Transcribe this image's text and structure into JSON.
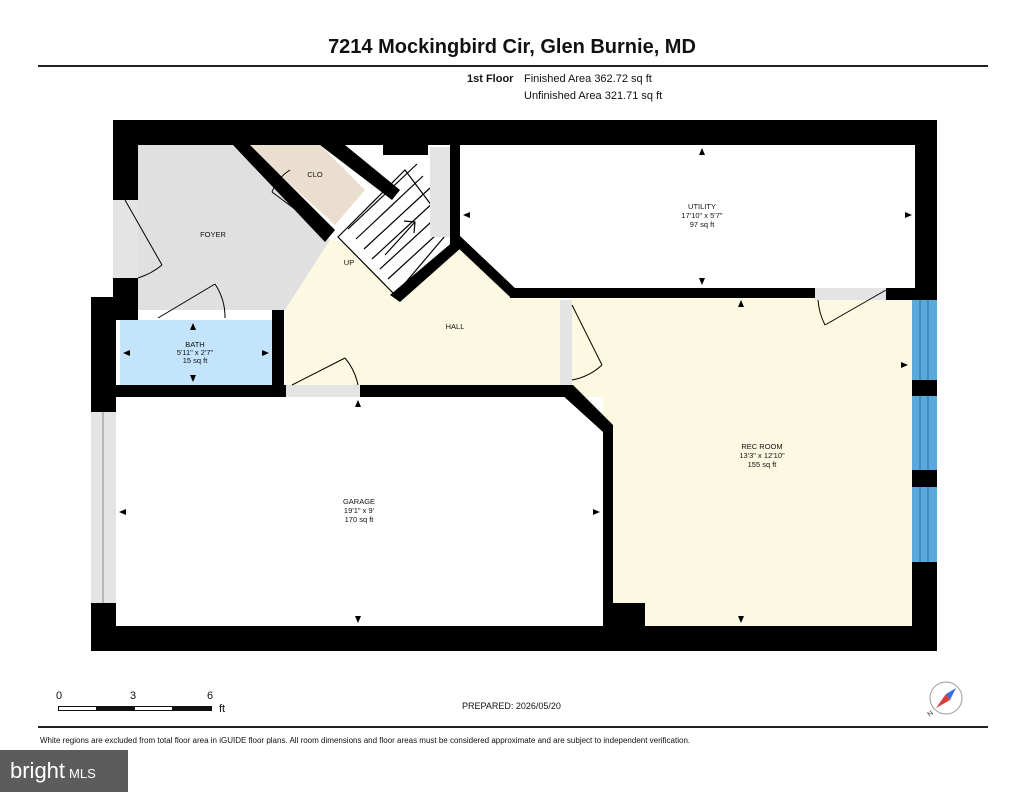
{
  "header": {
    "title": "7214 Mockingbird Cir, Glen Burnie, MD",
    "floor_label": "1st Floor",
    "finished_area": "Finished Area 362.72 sq ft",
    "unfinished_area": "Unfinished Area 321.71 sq ft"
  },
  "rooms": {
    "foyer": {
      "name": "FOYER"
    },
    "closet": {
      "name": "CLO"
    },
    "stairs": {
      "label": "UP"
    },
    "utility": {
      "name": "UTILITY",
      "dims": "17'10\" x 5'7\"",
      "area": "97 sq ft"
    },
    "hall": {
      "name": "HALL"
    },
    "bath": {
      "name": "BATH",
      "dims": "5'11\" x 2'7\"",
      "area": "15 sq ft"
    },
    "garage": {
      "name": "GARAGE",
      "dims": "19'1\" x 9'",
      "area": "170 sq ft"
    },
    "rec_room": {
      "name": "REC ROOM",
      "dims": "13'3\" x 12'10\"",
      "area": "155 sq ft"
    }
  },
  "colors": {
    "wall": "#000000",
    "finished_fill": "#fdf8e1",
    "unfinished_fill": "#ffffff",
    "foyer_fill": "#e0e0e0",
    "closet_fill": "#eadfcf",
    "bath_fill": "#c3e4fb",
    "window": "#5aa9dc"
  },
  "scale": {
    "ticks": [
      "0",
      "3",
      "6"
    ],
    "unit": "ft"
  },
  "compass": {
    "label": "N",
    "icon": "compass-icon"
  },
  "footer": {
    "prepared": "PREPARED: 2026/05/20",
    "disclaimer": "White regions are excluded from total floor area in iGUIDE floor plans. All room dimensions and floor areas must be considered approximate and are subject to independent verification."
  },
  "badge": {
    "brand": "bright",
    "suffix": "MLS"
  }
}
